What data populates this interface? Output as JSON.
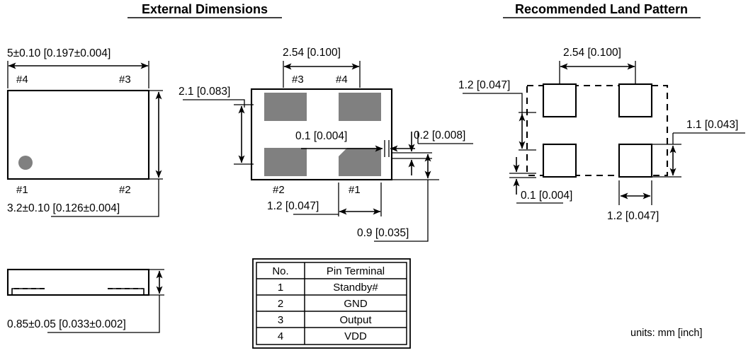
{
  "titles": {
    "left": "External Dimensions",
    "right": "Recommended Land Pattern"
  },
  "units_note": "units:  mm [inch]",
  "top_view": {
    "width_dim": "5±0.10 [0.197±0.004]",
    "height_dim": "3.2±0.10 [0.126±0.004]",
    "pin_top_left": "#4",
    "pin_top_right": "#3",
    "pin_bottom_left": "#1",
    "pin_bottom_right": "#2"
  },
  "side_view": {
    "height_dim": "0.85±0.05 [0.033±0.002]"
  },
  "bottom_view": {
    "pad_pitch_dim": "2.54 [0.100]",
    "pad_height_dim": "2.1 [0.083]",
    "chamfer_dim": "0.1 [0.004]",
    "gap_dim": "0.2 [0.008]",
    "pad_width_dim": "1.2 [0.047]",
    "pad_depth_dim": "0.9 [0.035]",
    "pin_top_left": "#3",
    "pin_top_right": "#4",
    "pin_bottom_left": "#2",
    "pin_bottom_right": "#1"
  },
  "land_pattern": {
    "pitch_dim": "2.54 [0.100]",
    "vertical_dim": "1.2 [0.047]",
    "gap_dim": "0.1 [0.004]",
    "pad_height_dim": "1.1 [0.043]",
    "pad_width_dim": "1.2 [0.047]"
  },
  "pin_table": {
    "headers": [
      "No.",
      "Pin Terminal"
    ],
    "rows": [
      {
        "no": "1",
        "terminal": "Standby#"
      },
      {
        "no": "2",
        "terminal": "GND"
      },
      {
        "no": "3",
        "terminal": "Output"
      },
      {
        "no": "4",
        "terminal": "VDD"
      }
    ]
  },
  "colors": {
    "pad_gray": "#808080",
    "line": "#000000",
    "background": "#ffffff"
  }
}
